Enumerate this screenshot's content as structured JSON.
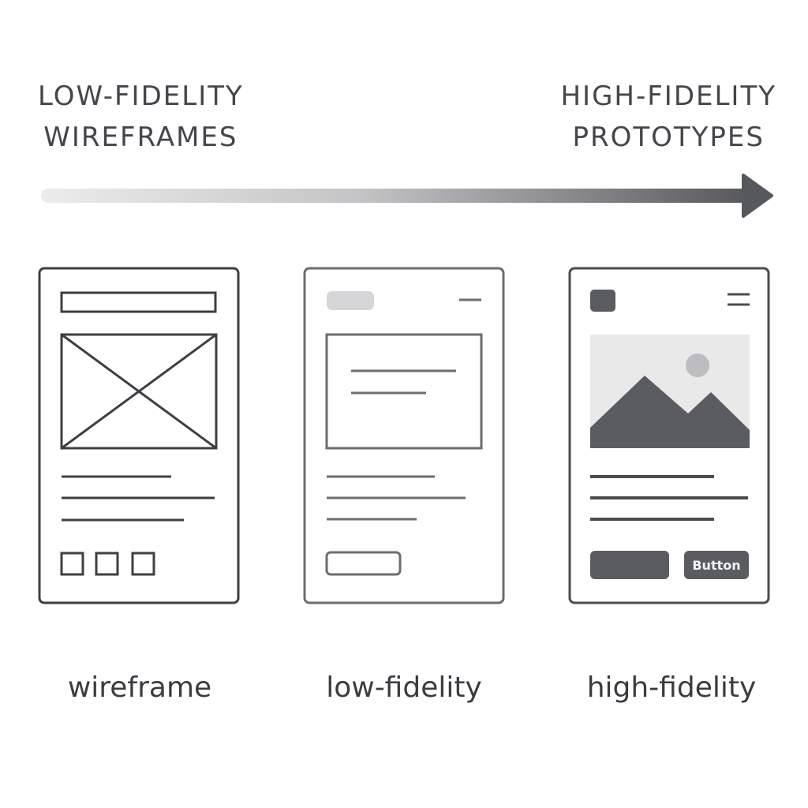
{
  "header": {
    "left": {
      "line1": "LOW-FIDELITY",
      "line2": "WIREFRAMES"
    },
    "right": {
      "line1": "HIGH-FIDELITY",
      "line2": "PROTOTYPES"
    }
  },
  "arrow": {
    "direction": "left-to-right",
    "gradient_start": "#e6e6e8",
    "gradient_end": "#5b5d62"
  },
  "cards": [
    {
      "caption": "wireframe",
      "stroke": "#3d3f44"
    },
    {
      "caption": "low-fidelity",
      "stroke": "#6b6d72"
    },
    {
      "caption": "high-fidelity",
      "stroke": "#4a4c51",
      "button_label": "Button"
    }
  ],
  "colors": {
    "text": "#44464c",
    "dark_fill": "#5a5c61",
    "light_fill": "#e9e9ea",
    "muted_fill": "#d6d6d8"
  }
}
